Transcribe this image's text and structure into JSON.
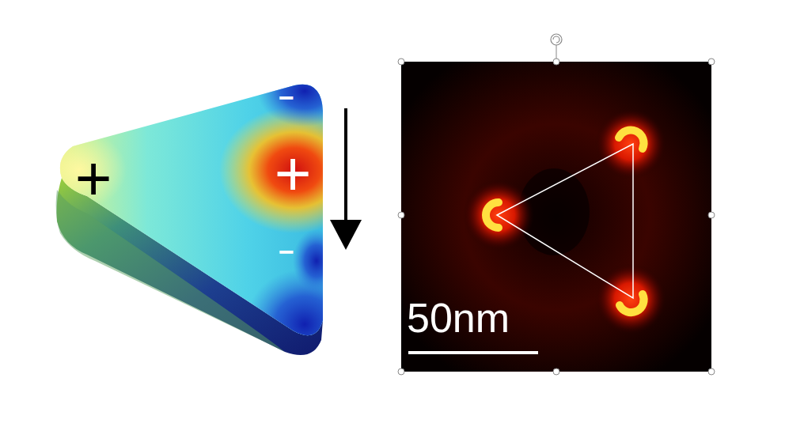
{
  "diagram": {
    "labels": [
      "+",
      "+",
      "−",
      "−",
      "50nm"
    ]
  }
}
